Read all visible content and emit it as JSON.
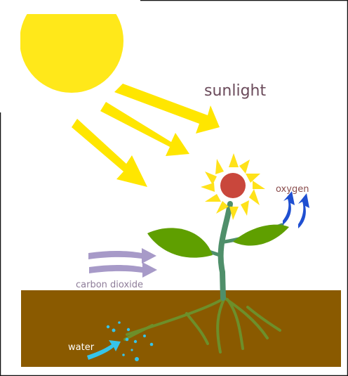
{
  "labels": {
    "sunlight": "sunlight",
    "oxygen": "oxygen",
    "carbon_dioxide": "carbon dioxide",
    "water": "water"
  },
  "colors": {
    "sun": "#ffe81a",
    "sun_rays": "#ffe600",
    "oxygen_arrows": "#1f4fd1",
    "carbon_arrows": "#a79ac8",
    "water_arrow": "#35c4ea",
    "soil": "#8a5a00",
    "stem": "#4f8f6a",
    "leaf": "#5f9f00",
    "petals": "#ffe21a",
    "flower_center": "#c9473c"
  }
}
